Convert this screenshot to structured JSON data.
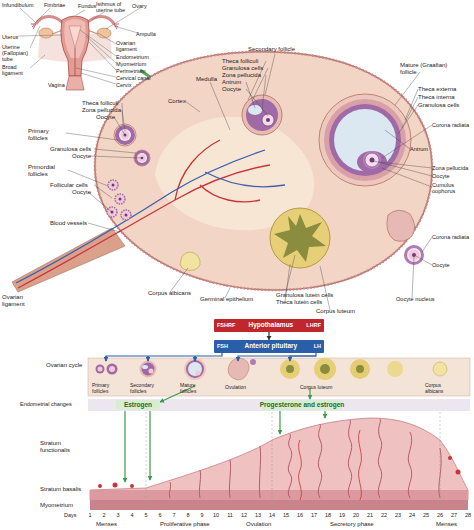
{
  "diagram": {
    "nodes": [
      {
        "text": [
          "Hypothalamus",
          "FSHRF",
          "LHRF"
        ]
      },
      {
        "text": [
          "Anterior pituitary",
          "FSH",
          "LH"
        ]
      },
      {
        "text": [
          "Estrogen"
        ]
      },
      {
        "text": [
          "Progesterone and estrogen"
        ]
      }
    ],
    "edges": [
      {
        "from": 0,
        "to": 1,
        "arrow": "to"
      }
    ],
    "labels": [
      "Infundibulum",
      "Fimbriae",
      "Fundus",
      "Isthmus of uterine tube",
      "Ovary",
      "Ampulla",
      "Uterine (Fallopian) tube",
      "Uterus",
      "Broad ligament",
      "Ovarian ligament",
      "Endometrium",
      "Myometrium",
      "Perimetrium",
      "Cervical canal",
      "Cervix",
      "Vagina",
      "Secondary follicle",
      "Theca folliculi",
      "Granulosa cells",
      "Zona pellucida",
      "Antrum",
      "Oocyte",
      "Mature (Graafian) follicle",
      "Theca externa",
      "Theca interna",
      "Granulosa cells",
      "Medulla",
      "Cortex",
      "Theca folliculi",
      "Zona pellucida",
      "Oocyte",
      "Primary follicles",
      "Granulosa cells",
      "Oocyte",
      "Primordial follicles",
      "Follicular cells",
      "Oocyte",
      "Blood vessels",
      "Corona radiata",
      "Antrum",
      "Zona pellucida",
      "Oocyte",
      "Cumulus oophorus",
      "Corona radiata",
      "Oocyte",
      "Oocyte nucleus",
      "Ovarian ligament",
      "Corpus albicans",
      "Germinal epithelium",
      "Granulosa lutein cells",
      "Theca lutein cells",
      "Corpus luteum",
      "Ovarian cycle",
      "Primary follicles",
      "Secondary follicles",
      "Mature follicles",
      "Ovulation",
      "Corpus luteum",
      "Corpus albicans",
      "Endometrial changes",
      "Stratum functionalis",
      "Stratum basalis",
      "Myometrium",
      "Days",
      "1",
      "2",
      "3",
      "4",
      "5",
      "6",
      "7",
      "8",
      "9",
      "10",
      "11",
      "12",
      "13",
      "14",
      "15",
      "16",
      "17",
      "18",
      "19",
      "20",
      "21",
      "22",
      "23",
      "24",
      "25",
      "26",
      "27",
      "28",
      "Menses",
      "Proliferative phase",
      "Ovulation",
      "Secretory phase",
      "Menses"
    ]
  }
}
